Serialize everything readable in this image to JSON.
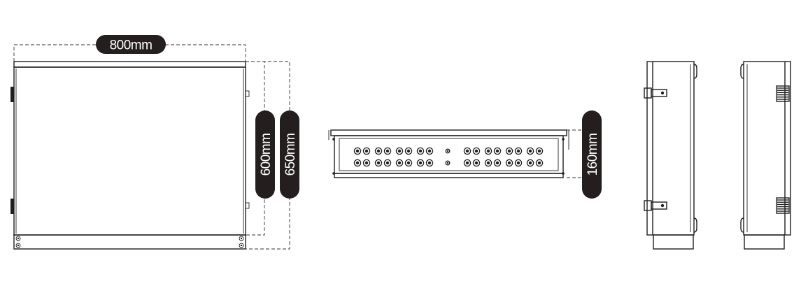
{
  "dimensions": {
    "width_label": "800mm",
    "height_body_label": "600mm",
    "height_total_label": "650mm",
    "depth_label": "160mm"
  },
  "colors": {
    "pill_background": "#241e1e",
    "pill_text": "#ffffff",
    "line": "#1f1f1f"
  }
}
